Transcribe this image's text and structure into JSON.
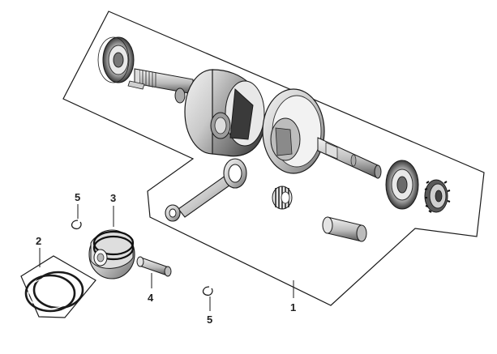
{
  "diagram": {
    "type": "exploded-parts-view",
    "callouts": {
      "crankshaft_assembly": "1",
      "piston_rings": "2",
      "piston": "3",
      "piston_pin": "4",
      "circlip_upper": "5",
      "circlip_lower": "5"
    }
  }
}
